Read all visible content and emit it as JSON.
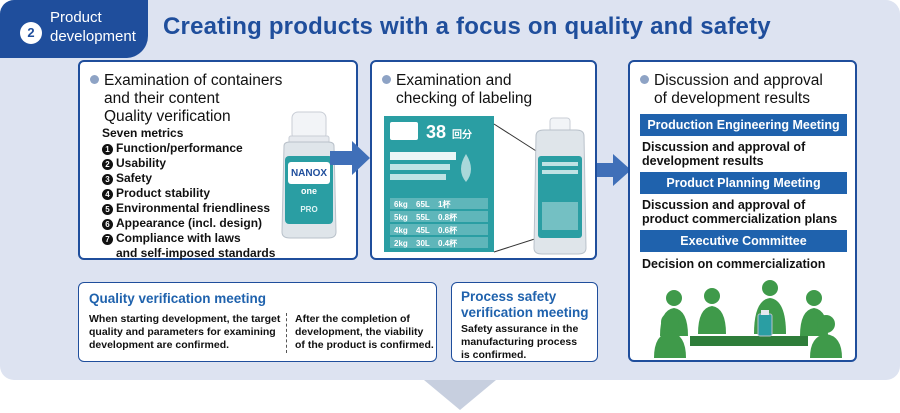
{
  "header": {
    "step_number": "2",
    "step_label_line1": "Product",
    "step_label_line2": "development",
    "title": "Creating products with a focus on quality and safety"
  },
  "box1": {
    "title_line1": "Examination of containers",
    "title_line2": "and their content",
    "title_line3": "Quality verification",
    "metrics_heading": "Seven metrics",
    "metrics": [
      {
        "num": "1",
        "label": "Function/performance"
      },
      {
        "num": "2",
        "label": "Usability"
      },
      {
        "num": "3",
        "label": "Safety"
      },
      {
        "num": "4",
        "label": "Product stability"
      },
      {
        "num": "5",
        "label": "Environmental friendliness"
      },
      {
        "num": "6",
        "label": "Appearance (incl. design)"
      },
      {
        "num": "7",
        "label": "Compliance with laws"
      }
    ],
    "metrics_last_line": "and self-imposed standards",
    "bottle_brand_line1": "NANOX",
    "bottle_brand_line2": "one",
    "bottle_brand_line3": "PRO"
  },
  "box2": {
    "title_line1": "Examination and",
    "title_line2": "checking of labeling",
    "label_badge": "38",
    "label_badge_unit": "回分",
    "label_table": [
      [
        "6kg",
        "65L",
        "1杯"
      ],
      [
        "5kg",
        "55L",
        "0.8杯"
      ],
      [
        "4kg",
        "45L",
        "0.6杯"
      ],
      [
        "2kg",
        "30L",
        "0.4杯"
      ]
    ]
  },
  "box3": {
    "title_line1": "Discussion and approval",
    "title_line2": "of development results",
    "meetings": [
      {
        "name": "Production Engineering Meeting",
        "desc_line1": "Discussion and approval of",
        "desc_line2": "development results"
      },
      {
        "name": "Product Planning Meeting",
        "desc_line1": "Discussion and approval of",
        "desc_line2": "product commercialization plans"
      },
      {
        "name": "Executive Committee",
        "desc_line1": "Decision on commercialization",
        "desc_line2": ""
      }
    ]
  },
  "quality_meeting": {
    "title": "Quality verification meeting",
    "left_line1": "When starting development, the target",
    "left_line2": "quality and parameters for examining",
    "left_line3": "development are confirmed.",
    "right_line1": "After the completion of",
    "right_line2": "development, the viability",
    "right_line3": "of the product is confirmed."
  },
  "safety_meeting": {
    "title_line1": "Process safety",
    "title_line2": "verification meeting",
    "desc_line1": "Safety assurance in the",
    "desc_line2": "manufacturing process",
    "desc_line3": "is confirmed."
  },
  "colors": {
    "navy": "#1f4e9c",
    "bar_blue": "#1f62ad",
    "panel_bg": "#dde3f1",
    "teal": "#2a9ea3",
    "green": "#3f9a4a"
  }
}
